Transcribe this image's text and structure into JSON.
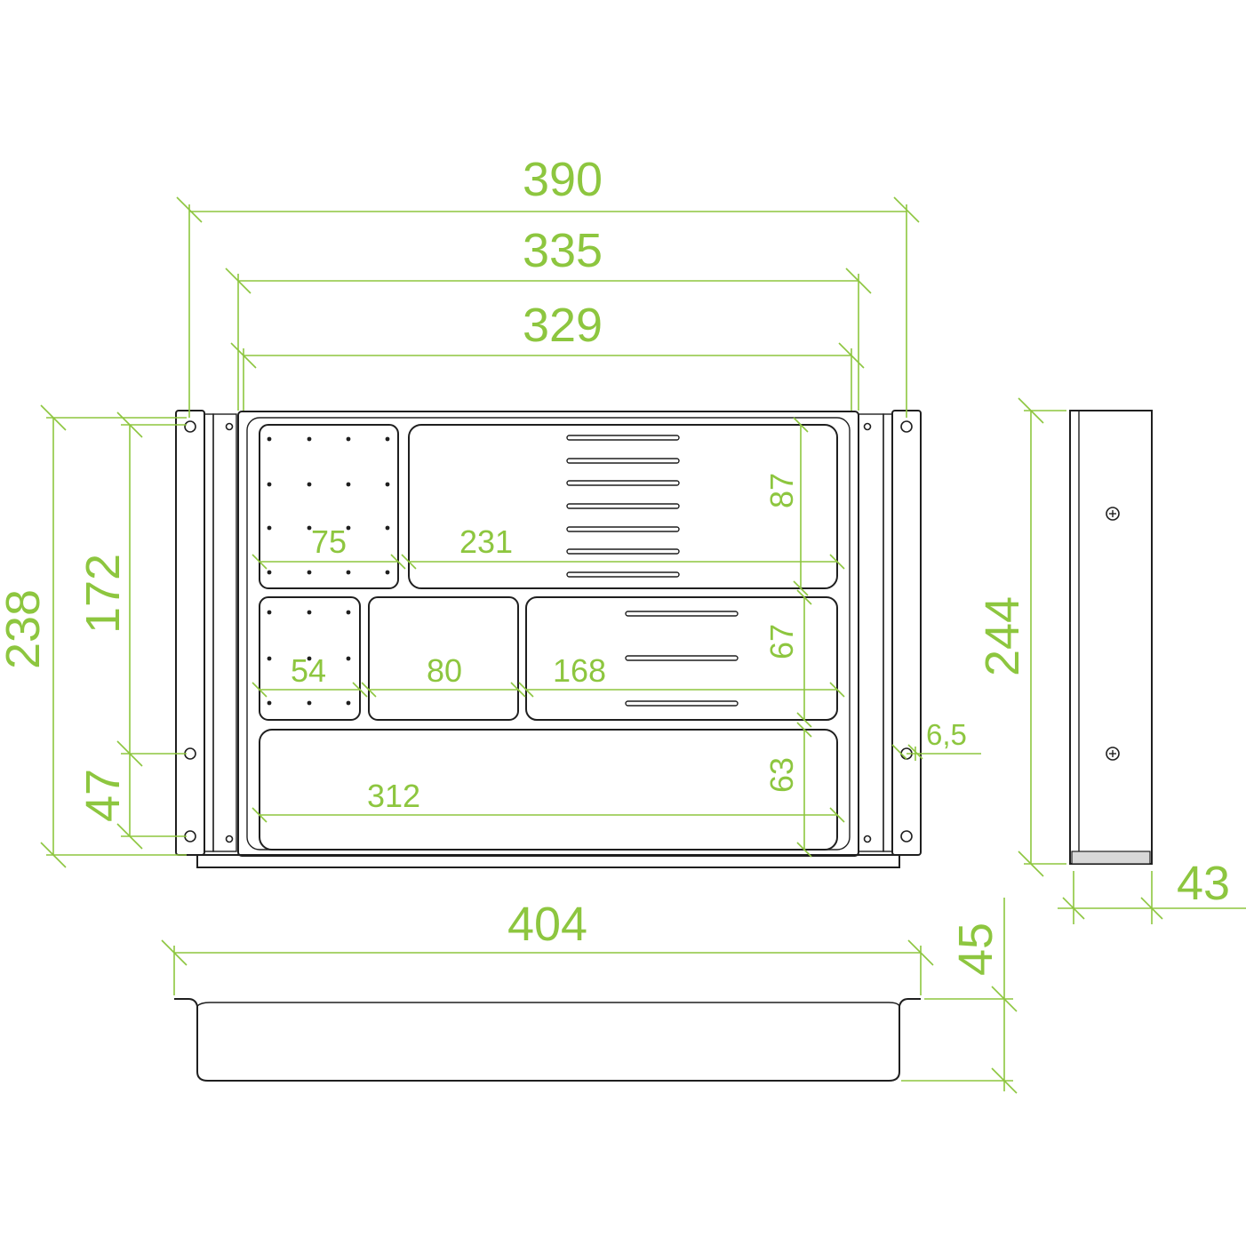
{
  "dimensions": {
    "overall_width": "390",
    "inner_width": "335",
    "tray_width": "329",
    "overall_depth": "238",
    "depth_172": "172",
    "depth_47": "47",
    "comp_75": "75",
    "comp_231": "231",
    "comp_87": "87",
    "comp_54": "54",
    "comp_80": "80",
    "comp_168": "168",
    "comp_67": "67",
    "comp_312": "312",
    "comp_63": "63",
    "hole_offset": "6,5",
    "side_length": "244",
    "side_width": "43",
    "front_width": "404",
    "height": "45"
  },
  "colors": {
    "dimension": "#8dc63f",
    "outline": "#1f1f1f"
  },
  "icons": [
    "screw-icon"
  ]
}
